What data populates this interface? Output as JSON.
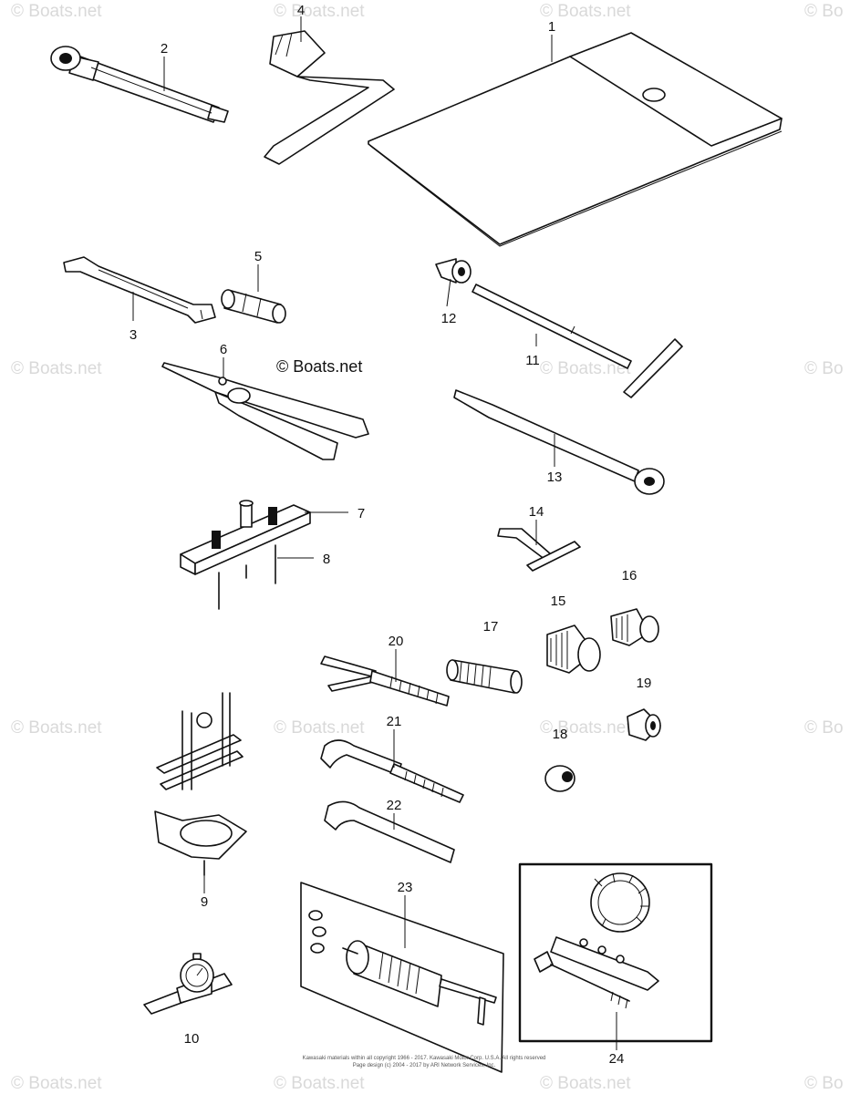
{
  "watermarks": {
    "brand_text": "© Boats.net",
    "tile_text": "© Boats.net",
    "tile_partial_text": "© Bo"
  },
  "copyright": {
    "line1": "Kawasaki materials within all copyright 1966 - 2017. Kawasaki Motor Corp. U.S.A. All rights reserved",
    "line2": "Page design (c) 2004 - 2017 by ARI Network Services, Inc."
  },
  "callouts": {
    "n1": "1",
    "n2": "2",
    "n3": "3",
    "n4": "4",
    "n5": "5",
    "n6": "6",
    "n7": "7",
    "n8": "8",
    "n9": "9",
    "n10": "10",
    "n11": "11",
    "n12": "12",
    "n13": "13",
    "n14": "14",
    "n15": "15",
    "n16": "16",
    "n17": "17",
    "n18": "18",
    "n19": "19",
    "n20": "20",
    "n21": "21",
    "n22": "22",
    "n23": "23",
    "n24": "24"
  }
}
